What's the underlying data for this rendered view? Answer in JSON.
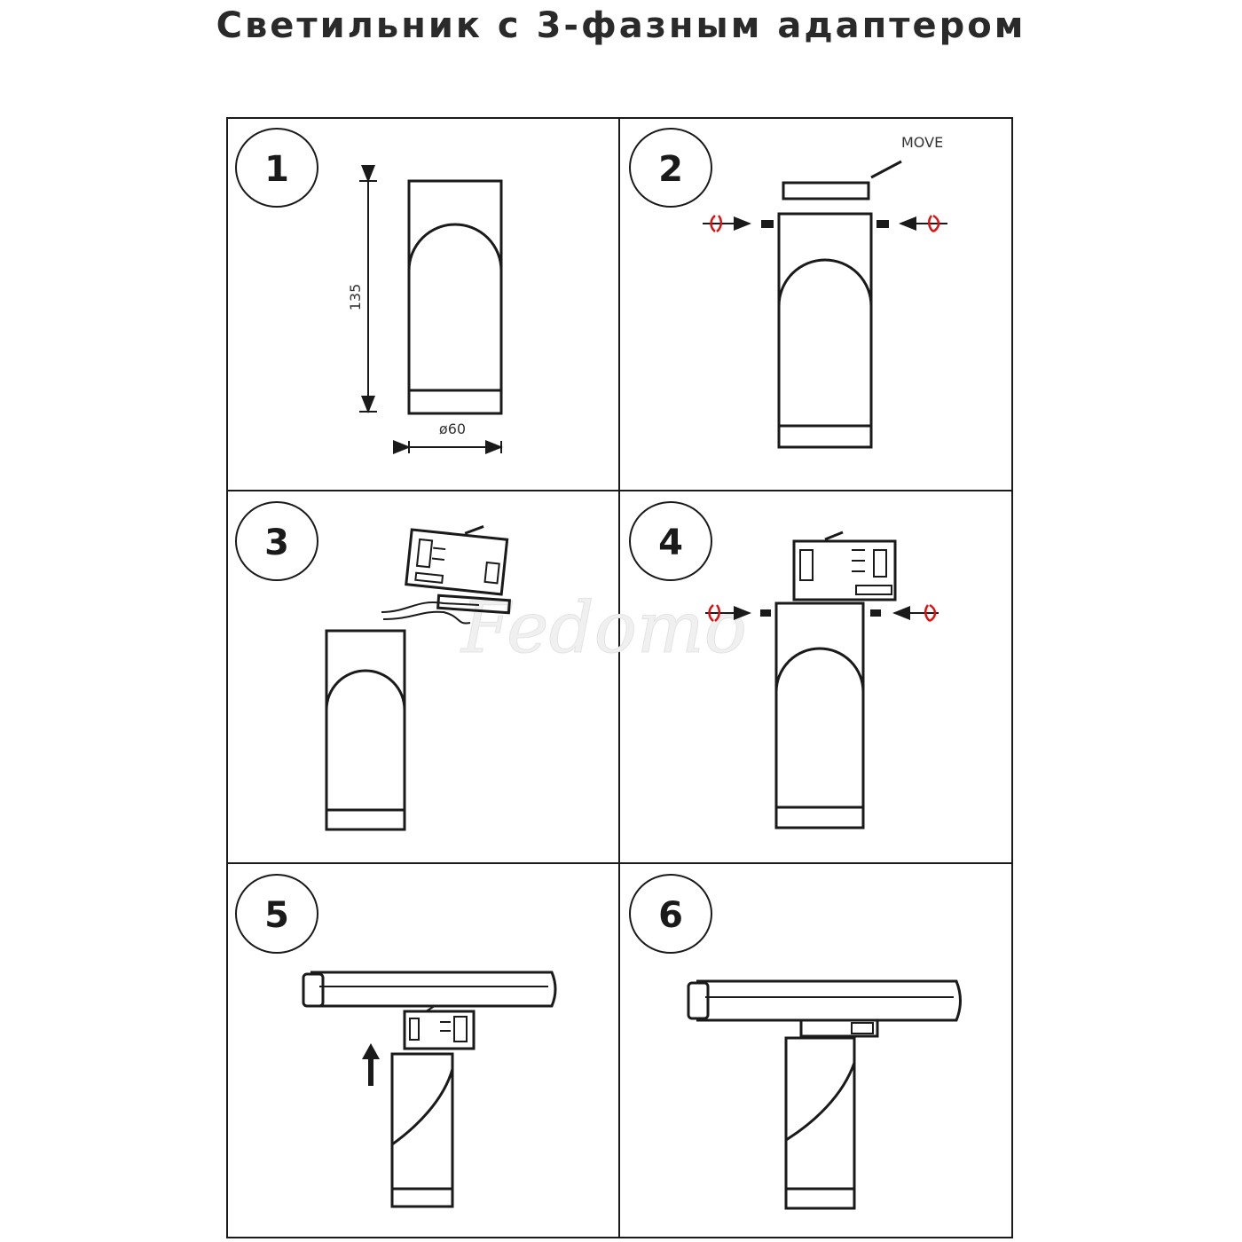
{
  "title": "Светильник с 3-фазным адаптером",
  "steps": [
    {
      "number": "1",
      "dimension_height": "135",
      "dimension_diameter": "ø60"
    },
    {
      "number": "2",
      "move_label": "MOVE"
    },
    {
      "number": "3",
      "watermark": "Fedomo"
    },
    {
      "number": "4"
    },
    {
      "number": "5"
    },
    {
      "number": "6"
    }
  ],
  "colors": {
    "line": "#1a1a1a",
    "rotate_arrow": "#e01010"
  }
}
